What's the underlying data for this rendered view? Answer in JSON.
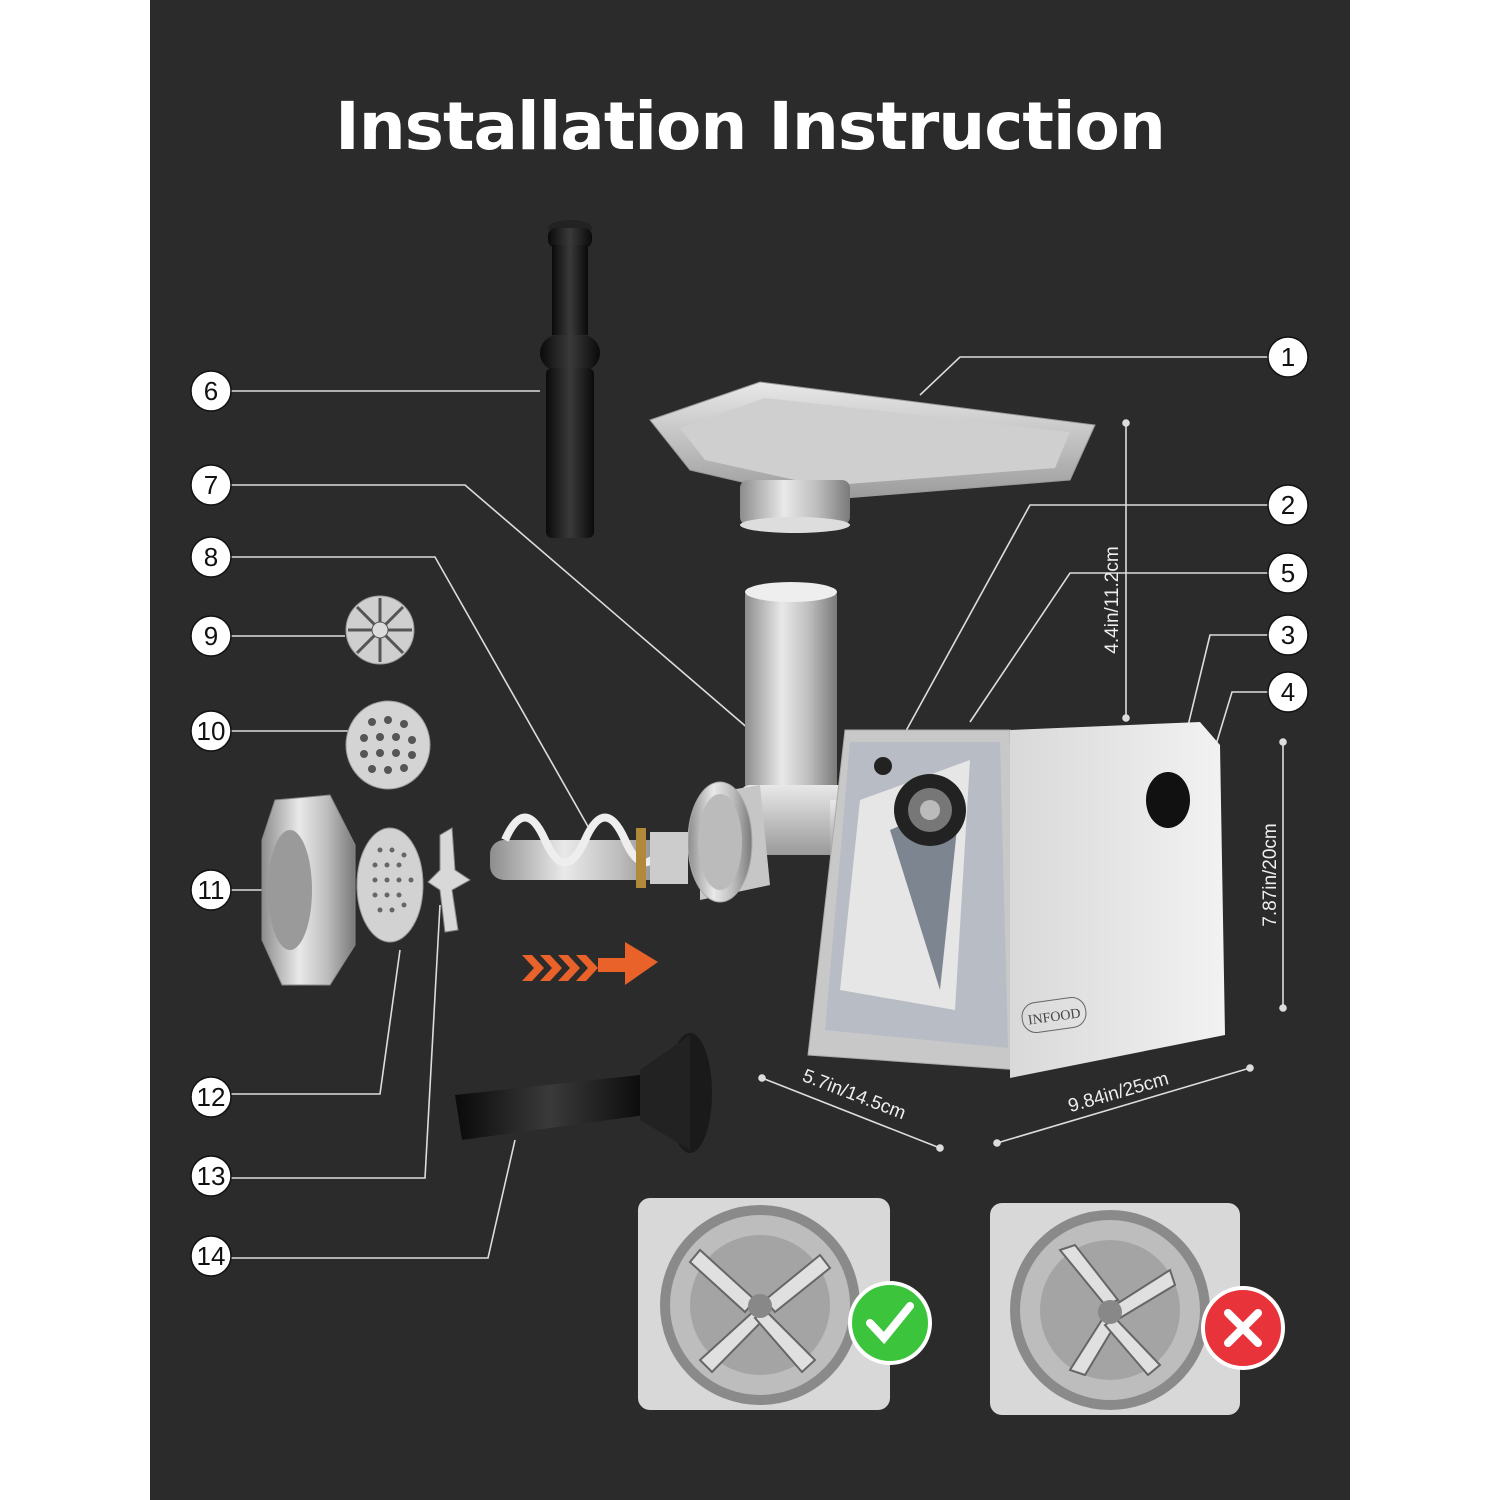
{
  "title": "Installation Instruction",
  "callouts": [
    "1",
    "2",
    "3",
    "4",
    "5",
    "6",
    "7",
    "8",
    "9",
    "10",
    "11",
    "12",
    "13",
    "14"
  ],
  "dimensions": {
    "feed_height": "4.4in/11.2cm",
    "body_height": "7.87in/20cm",
    "depth": "5.7in/14.5cm",
    "width": "9.84in/25cm"
  },
  "brand_label": "INFOOD",
  "comparison": {
    "correct_icon": "check-icon",
    "incorrect_icon": "x-icon",
    "correct_color": "#3cc43c",
    "incorrect_color": "#e8333a"
  },
  "direction_arrow_color": "#e8622a"
}
